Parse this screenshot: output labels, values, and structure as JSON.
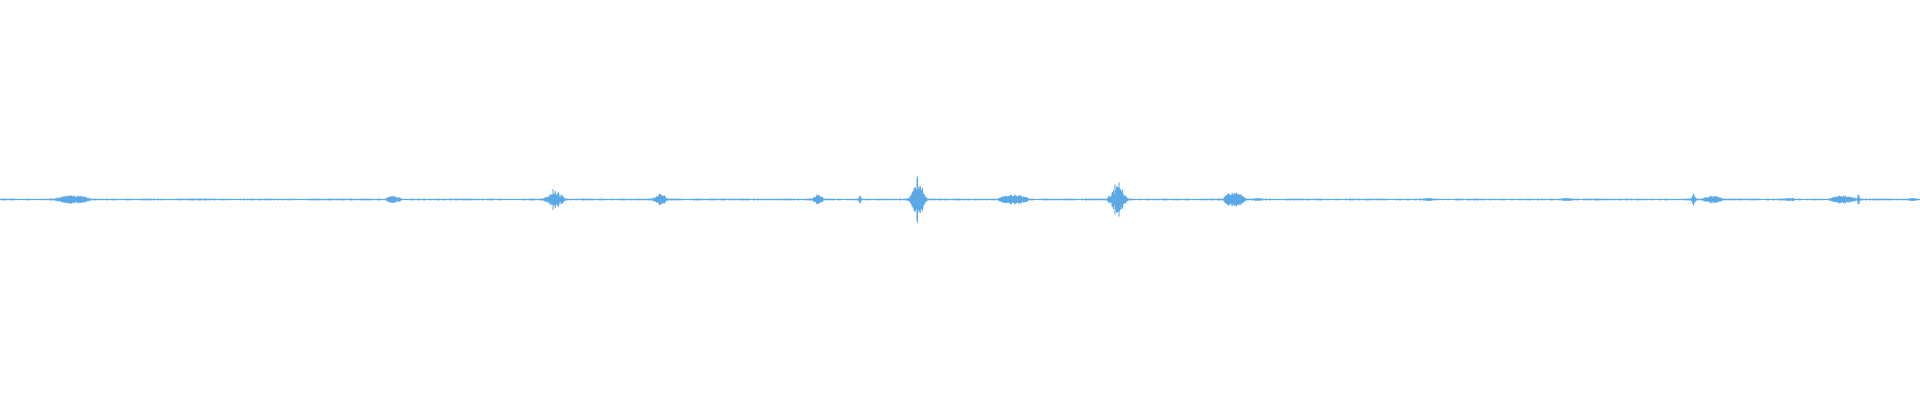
{
  "waveform": {
    "color": "#5aa9e6",
    "background": "#ffffff",
    "bursts": [
      {
        "t": 0.038,
        "amp": 0.011,
        "width": 0.022,
        "shape": "spindle"
      },
      {
        "t": 0.105,
        "amp": 0.002,
        "width": 0.01,
        "shape": "noise"
      },
      {
        "t": 0.205,
        "amp": 0.009,
        "width": 0.008,
        "shape": "blob"
      },
      {
        "t": 0.289,
        "amp": 0.024,
        "width": 0.016,
        "shape": "spiky"
      },
      {
        "t": 0.344,
        "amp": 0.017,
        "width": 0.012,
        "shape": "spiky"
      },
      {
        "t": 0.426,
        "amp": 0.013,
        "width": 0.01,
        "shape": "spiky"
      },
      {
        "t": 0.448,
        "amp": 0.016,
        "width": 0.003,
        "shape": "spike"
      },
      {
        "t": 0.478,
        "amp": 0.052,
        "width": 0.012,
        "shape": "spiky"
      },
      {
        "t": 0.528,
        "amp": 0.013,
        "width": 0.018,
        "shape": "spindle"
      },
      {
        "t": 0.582,
        "amp": 0.042,
        "width": 0.014,
        "shape": "spiky"
      },
      {
        "t": 0.643,
        "amp": 0.018,
        "width": 0.012,
        "shape": "blob"
      },
      {
        "t": 0.655,
        "amp": 0.004,
        "width": 0.005,
        "shape": "blob"
      },
      {
        "t": 0.744,
        "amp": 0.004,
        "width": 0.008,
        "shape": "spindle"
      },
      {
        "t": 0.816,
        "amp": 0.004,
        "width": 0.008,
        "shape": "spindle"
      },
      {
        "t": 0.832,
        "amp": 0.003,
        "width": 0.006,
        "shape": "spindle"
      },
      {
        "t": 0.882,
        "amp": 0.018,
        "width": 0.006,
        "shape": "spike"
      },
      {
        "t": 0.892,
        "amp": 0.01,
        "width": 0.012,
        "shape": "spindle"
      },
      {
        "t": 0.932,
        "amp": 0.005,
        "width": 0.009,
        "shape": "spindle"
      },
      {
        "t": 0.96,
        "amp": 0.011,
        "width": 0.016,
        "shape": "spindle"
      },
      {
        "t": 0.968,
        "amp": 0.017,
        "width": 0.004,
        "shape": "spike"
      },
      {
        "t": 0.996,
        "amp": 0.004,
        "width": 0.006,
        "shape": "blob"
      }
    ]
  }
}
